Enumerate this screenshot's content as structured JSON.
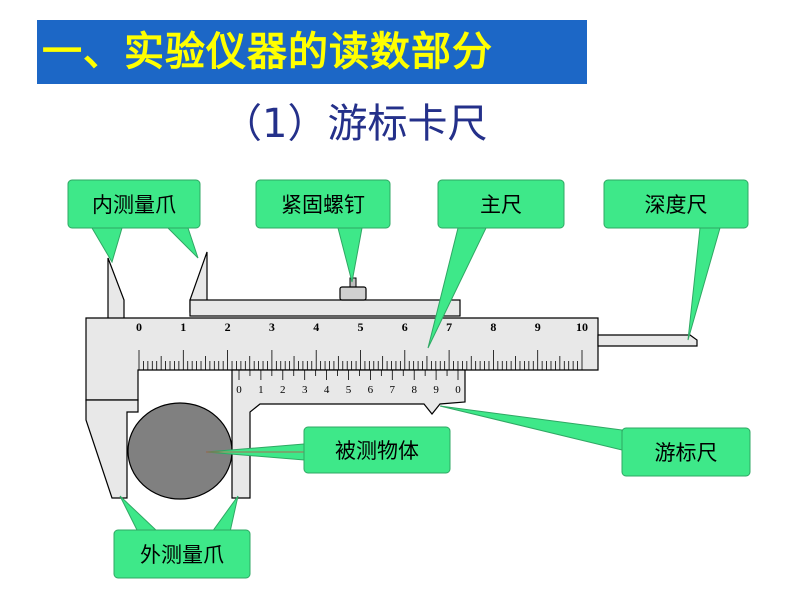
{
  "title": "一、实验仪器的读数部分",
  "subtitle": "（1）游标卡尺",
  "labels": {
    "inner_jaw": "内测量爪",
    "screw": "紧固螺钉",
    "main_scale": "主尺",
    "depth_rod": "深度尺",
    "object": "被测物体",
    "vernier": "游标尺",
    "outer_jaw": "外测量爪"
  },
  "main_scale_numbers": [
    "0",
    "1",
    "2",
    "3",
    "4",
    "5",
    "6",
    "7",
    "8",
    "9",
    "10"
  ],
  "vernier_numbers": [
    "0",
    "1",
    "2",
    "3",
    "4",
    "5",
    "6",
    "7",
    "8",
    "9",
    "0"
  ],
  "colors": {
    "title_bg": "#1c67c6",
    "title_text": "#ffff00",
    "subtitle": "#24308a",
    "callout": "#3ee889",
    "callout_line": "#2fa864",
    "body": "#e8e8e8",
    "object": "#808080"
  }
}
